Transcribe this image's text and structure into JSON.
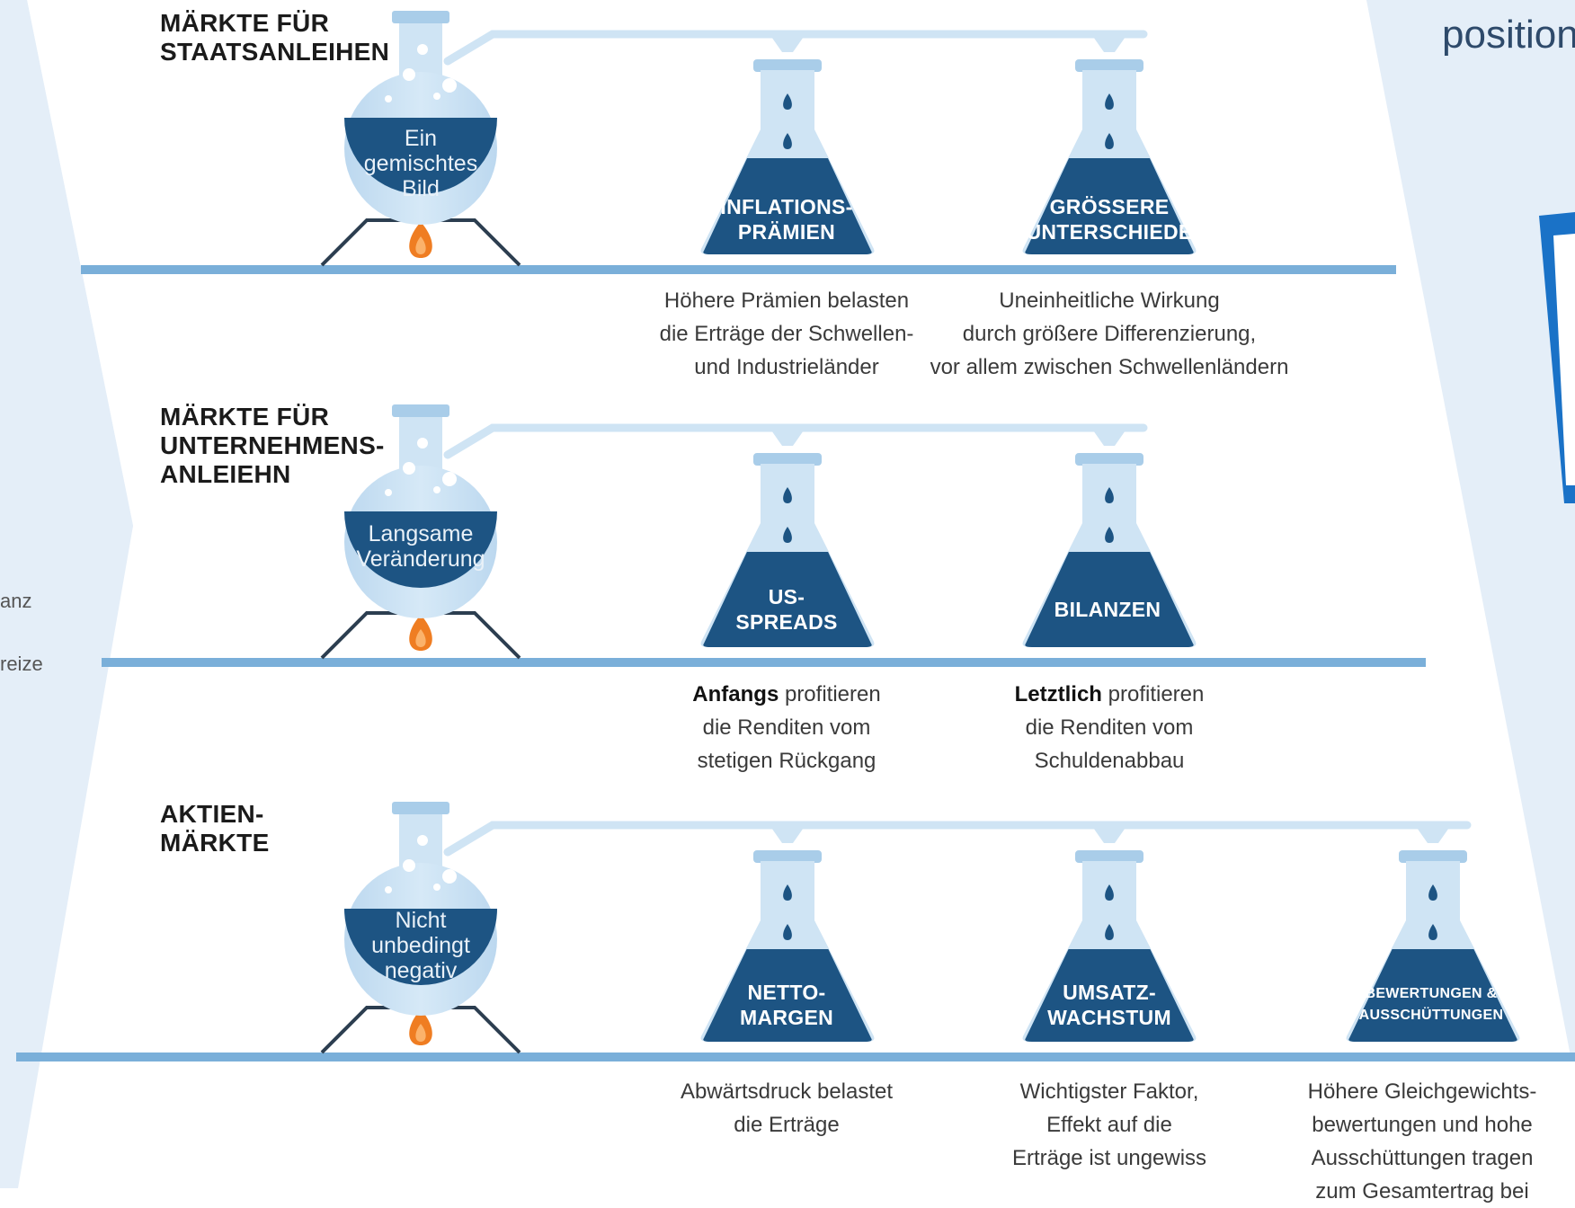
{
  "header_fragment": "position",
  "side_fragments": [
    "anz",
    "reize"
  ],
  "colors": {
    "panel": "#e4eef8",
    "line": "#7aafd9",
    "liquid": "#1d5483",
    "glass": "#cfe4f4",
    "flame": "#ef7d22",
    "frame": "#2c3e50",
    "accent_blue": "#1a72c7"
  },
  "sections": [
    {
      "title_lines": [
        "MÄRKTE FÜR",
        "STAATSANLEIHEN"
      ],
      "bulb_lines": [
        "Ein",
        "gemischtes",
        "Bild"
      ],
      "flasks": [
        {
          "label_lines": [
            "INFLATIONS-",
            "PRÄMIEN"
          ],
          "desc_lines": [
            "Höhere Prämien belasten",
            "die Erträge der Schwellen-",
            "und Industrieländer"
          ]
        },
        {
          "label_lines": [
            "GRÖSSERE",
            "UNTERSCHIEDE"
          ],
          "desc_lines": [
            "Uneinheitliche Wirkung",
            "durch größere Differenzierung,",
            "vor allem zwischen Schwellenländern"
          ]
        }
      ]
    },
    {
      "title_lines": [
        "MÄRKTE FÜR",
        "UNTERNEHMENS-",
        "ANLEIEHN"
      ],
      "bulb_lines": [
        "Langsame",
        "Veränderung"
      ],
      "flasks": [
        {
          "label_lines": [
            "US-",
            "SPREADS"
          ],
          "desc_bold": "Anfangs",
          "desc_lines": [
            " profitieren",
            "die Renditen vom",
            "stetigen Rückgang"
          ]
        },
        {
          "label_lines": [
            "BILANZEN"
          ],
          "desc_bold": "Letztlich",
          "desc_lines": [
            " profitieren",
            "die Renditen vom",
            "Schuldenabbau"
          ]
        }
      ]
    },
    {
      "title_lines": [
        "AKTIEN-",
        "MÄRKTE"
      ],
      "bulb_lines": [
        "Nicht",
        "unbedingt",
        "negativ"
      ],
      "flasks": [
        {
          "label_lines": [
            "NETTO-",
            "MARGEN"
          ],
          "desc_lines": [
            "Abwärtsdruck belastet",
            "die Erträge"
          ]
        },
        {
          "label_lines": [
            "UMSATZ-",
            "WACHSTUM"
          ],
          "desc_lines": [
            "Wichtigster Faktor,",
            "Effekt auf die",
            "Erträge ist ungewiss"
          ]
        },
        {
          "label_lines": [
            "BEWERTUNGEN &",
            "AUSSCHÜTTUNGEN"
          ],
          "desc_lines": [
            "Höhere Gleichgewichts-",
            "bewertungen und hohe",
            "Ausschüttungen tragen",
            "zum Gesamtertrag bei"
          ]
        }
      ]
    }
  ]
}
